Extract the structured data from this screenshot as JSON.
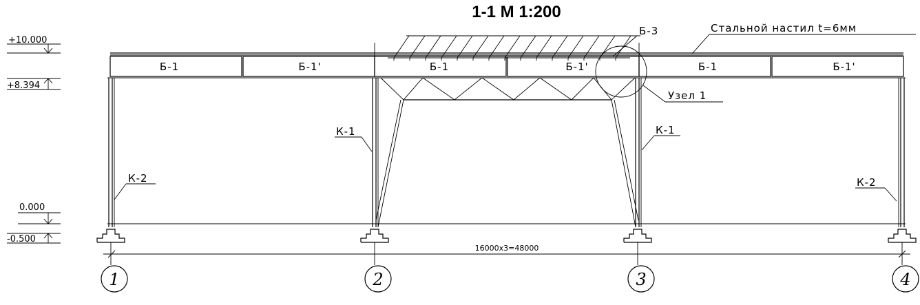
{
  "title": "1-1 М 1:200",
  "deck_note": "Стальной настил t=6мм",
  "beam_labels": [
    "Б-1",
    "Б-1'",
    "Б-1",
    "Б-1'",
    "Б-1",
    "Б-1'"
  ],
  "b3_label": "Б-3",
  "node_label": "Узел 1",
  "column_labels": {
    "k2_left": "К-2",
    "k1_a": "К-1",
    "k1_b": "К-1",
    "k2_right": "К-2"
  },
  "levels": {
    "top": "+10.000",
    "beam_bottom": "+8.394",
    "ground": "0.000",
    "foundation": "-0.500"
  },
  "dimension": "16000х3=48000",
  "axes": [
    "1",
    "2",
    "3",
    "4"
  ]
}
